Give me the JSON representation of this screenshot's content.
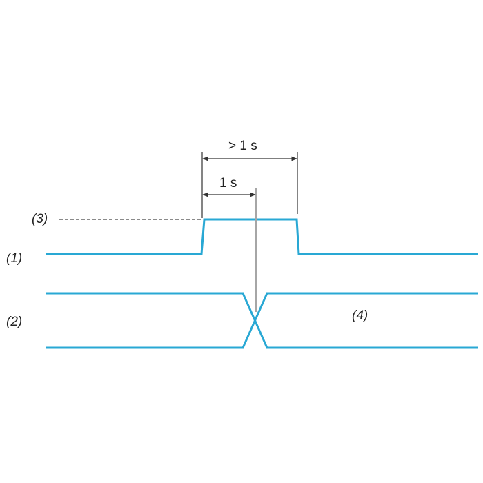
{
  "labels": {
    "signal_1": "(1)",
    "signal_2": "(2)",
    "level_3": "(3)",
    "state_4": "(4)",
    "duration_outer": "> 1 s",
    "duration_inner": "1 s"
  },
  "colors": {
    "signal": "#29a8d4",
    "dimension": "#333333",
    "marker": "#a6a6a6",
    "text": "#222222"
  }
}
